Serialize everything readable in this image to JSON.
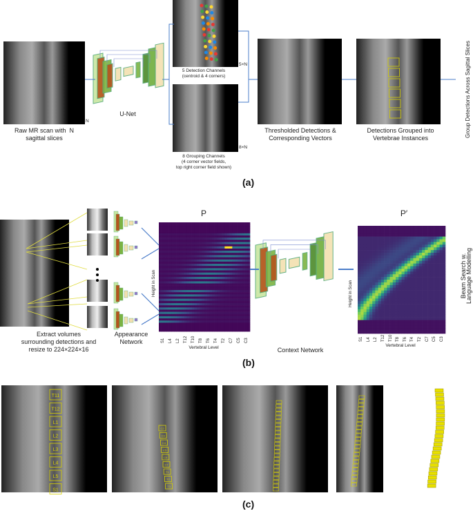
{
  "panel_a": {
    "label": "(a)",
    "raw_scan_caption_1": "Raw MR scan with",
    "raw_scan_caption_n": "N",
    "raw_scan_caption_2": "sagittal slices",
    "stack_dim": "N",
    "unet_label": "U-Net",
    "detection_caption_1": "5 Detection Channels",
    "detection_caption_2": "(centroid & 4 corners)",
    "detection_dim": "5×N",
    "grouping_caption_1": "8 Grouping Channels",
    "grouping_caption_2": "(4 corner vector fields,",
    "grouping_caption_3": "top right corner field shown)",
    "grouping_dim": "8×N",
    "thresholded_caption_1": "Thresholded Detections &",
    "thresholded_caption_2": "Corresponding Vectors",
    "grouped_caption_1": "Detections Grouped into",
    "grouped_caption_2": "Vertebrae Instances",
    "side_label": "Group Detections Across Sagittal Slices"
  },
  "panel_b": {
    "label": "(b)",
    "extract_caption_1": "Extract volumes",
    "extract_caption_2": "surrounding detections and",
    "extract_caption_3": "resize to 224×224×16",
    "patch_dim": "224",
    "patch_depth": "16",
    "appearance_caption_1": "Appearance",
    "appearance_caption_2": "Network",
    "p_title": "P",
    "p_prime_title": "P′",
    "y_label": "Height in Scan",
    "x_label": "Vertebral Level",
    "x_ticks": [
      "S1",
      "L4",
      "L2",
      "T12",
      "T10",
      "T8",
      "T6",
      "T4",
      "T2",
      "C7",
      "C5",
      "C3"
    ],
    "context_caption": "Context Network",
    "side_label_1": "Beam Search w.",
    "side_label_2": "Language Modelling"
  },
  "panel_c": {
    "label": "(c)",
    "lumbar_labels": [
      "T11",
      "T12",
      "L1",
      "L2",
      "L3",
      "L4",
      "L5",
      "S1"
    ],
    "cervical_labels": [
      "C2",
      "C3",
      "C4",
      "C5",
      "C6",
      "C7",
      "T1",
      "T2",
      "T3"
    ]
  },
  "colors": {
    "arrow": "#4a7cc9",
    "detection_box": "#d8d000",
    "heatmap_low": "#440154",
    "heatmap_mid": "#21918c",
    "heatmap_high": "#fde725"
  }
}
